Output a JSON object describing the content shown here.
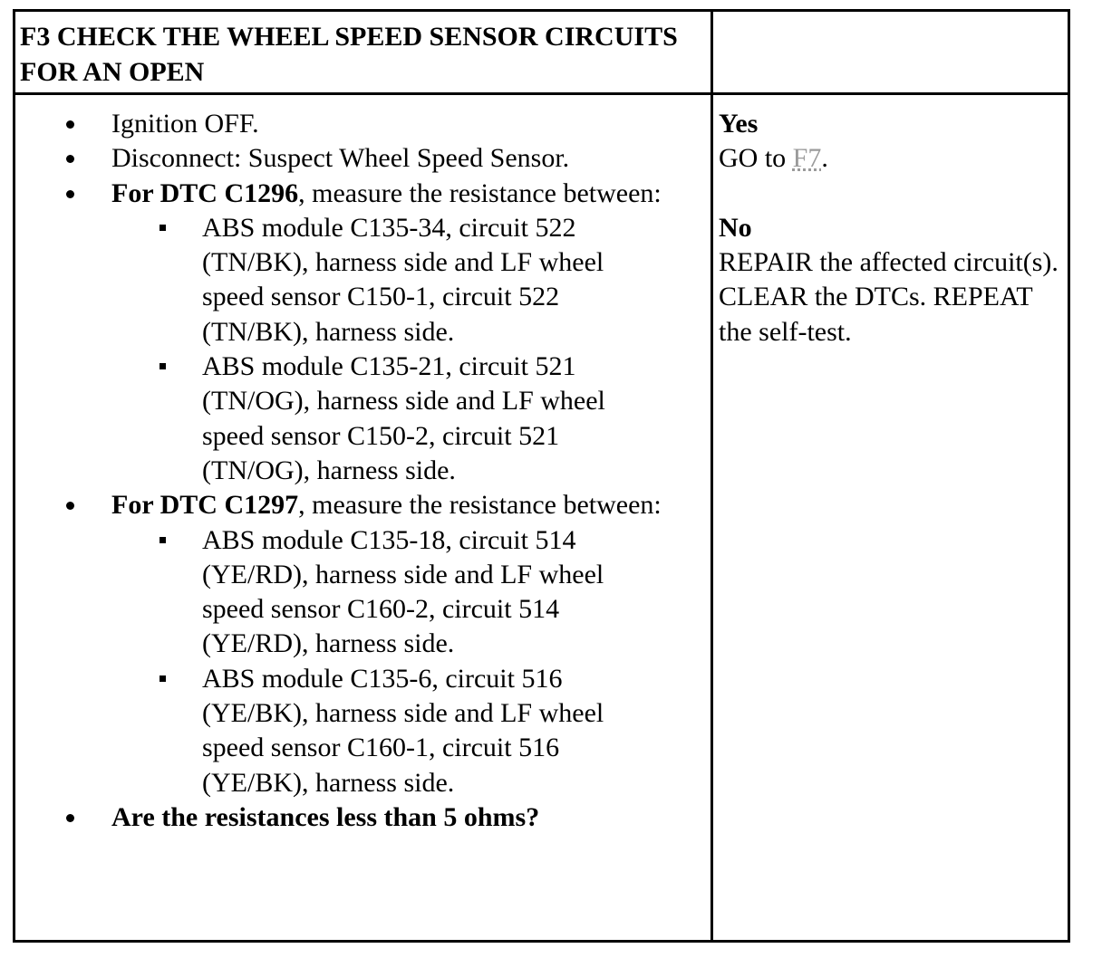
{
  "header": {
    "title": "F3 CHECK THE WHEEL SPEED SENSOR CIRCUITS FOR AN OPEN"
  },
  "steps": {
    "s1": "Ignition OFF.",
    "s2": "Disconnect: Suspect Wheel Speed Sensor.",
    "s3_bold": "For DTC C1296",
    "s3_rest": ", measure the resistance between:",
    "s3_sub1": "ABS module C135-34, circuit 522 (TN/BK), harness side and LF wheel speed sensor C150-1, circuit 522 (TN/BK), harness side.",
    "s3_sub2": "ABS module C135-21, circuit 521 (TN/OG), harness side and LF wheel speed sensor C150-2, circuit 521 (TN/OG), harness side.",
    "s4_bold": "For DTC C1297",
    "s4_rest": ", measure the resistance between:",
    "s4_sub1": "ABS module C135-18, circuit 514 (YE/RD), harness side and LF wheel speed sensor C160-2, circuit 514 (YE/RD), harness side.",
    "s4_sub2": "ABS module C135-6, circuit 516 (YE/BK), harness side and LF wheel speed sensor C160-1, circuit 516 (YE/BK), harness side.",
    "s5": "Are the resistances less than 5 ohms?"
  },
  "answers": {
    "yes_label": "Yes",
    "yes_text_prefix": "GO to ",
    "yes_link": "F7",
    "yes_text_suffix": ".",
    "no_label": "No",
    "no_text": "REPAIR the affected circuit(s). CLEAR the DTCs. REPEAT the self-test."
  }
}
